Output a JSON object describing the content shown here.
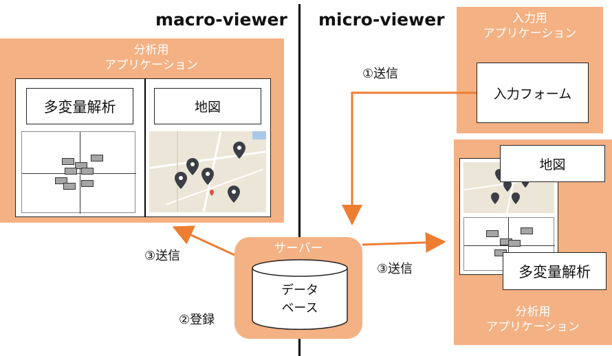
{
  "left_title": "macro-viewer",
  "right_title": "micro-viewer",
  "left_app": {
    "header": [
      "分析用",
      "アプリケーション"
    ],
    "mv_label": "多変量解析",
    "map_label": "地図"
  },
  "input_app": {
    "header": [
      "入力用",
      "アプリケーション"
    ],
    "form_label": "入力フォーム"
  },
  "right_app": {
    "map_label": "地図",
    "mv_label": "多変量解析",
    "footer": [
      "分析用",
      "アプリケーション"
    ]
  },
  "server": {
    "label": "サーバー",
    "db_label": [
      "データ",
      "ベース"
    ]
  },
  "steps": {
    "send1": "①送信",
    "register": "②登録",
    "send3_left": "③送信",
    "send3_right": "③送信"
  },
  "colors": {
    "box_fill": "#f4b183",
    "arrow": "#ed7d31",
    "divider": "#000000"
  }
}
